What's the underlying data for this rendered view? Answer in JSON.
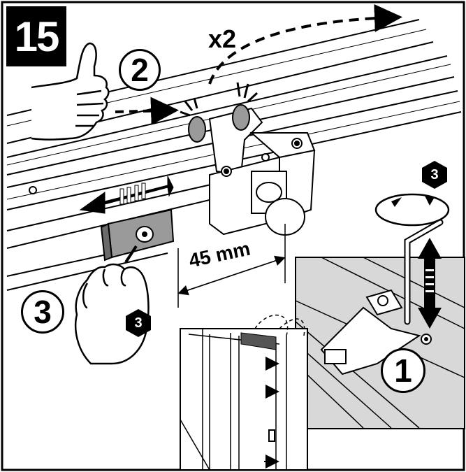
{
  "step_number": "15",
  "repeat_label": "x2",
  "measurement_label": "45 mm",
  "callouts": {
    "one": "1",
    "two": "2",
    "three": "3"
  },
  "tool_size": "3",
  "colors": {
    "ink": "#000000",
    "panel_grey": "#d8d8d8",
    "tab_grey": "#9a9a9a",
    "paper": "#ffffff"
  },
  "icons": [
    "thumbs-up-icon",
    "hand-icon",
    "allen-key-icon",
    "rotate-arrow-icon"
  ]
}
